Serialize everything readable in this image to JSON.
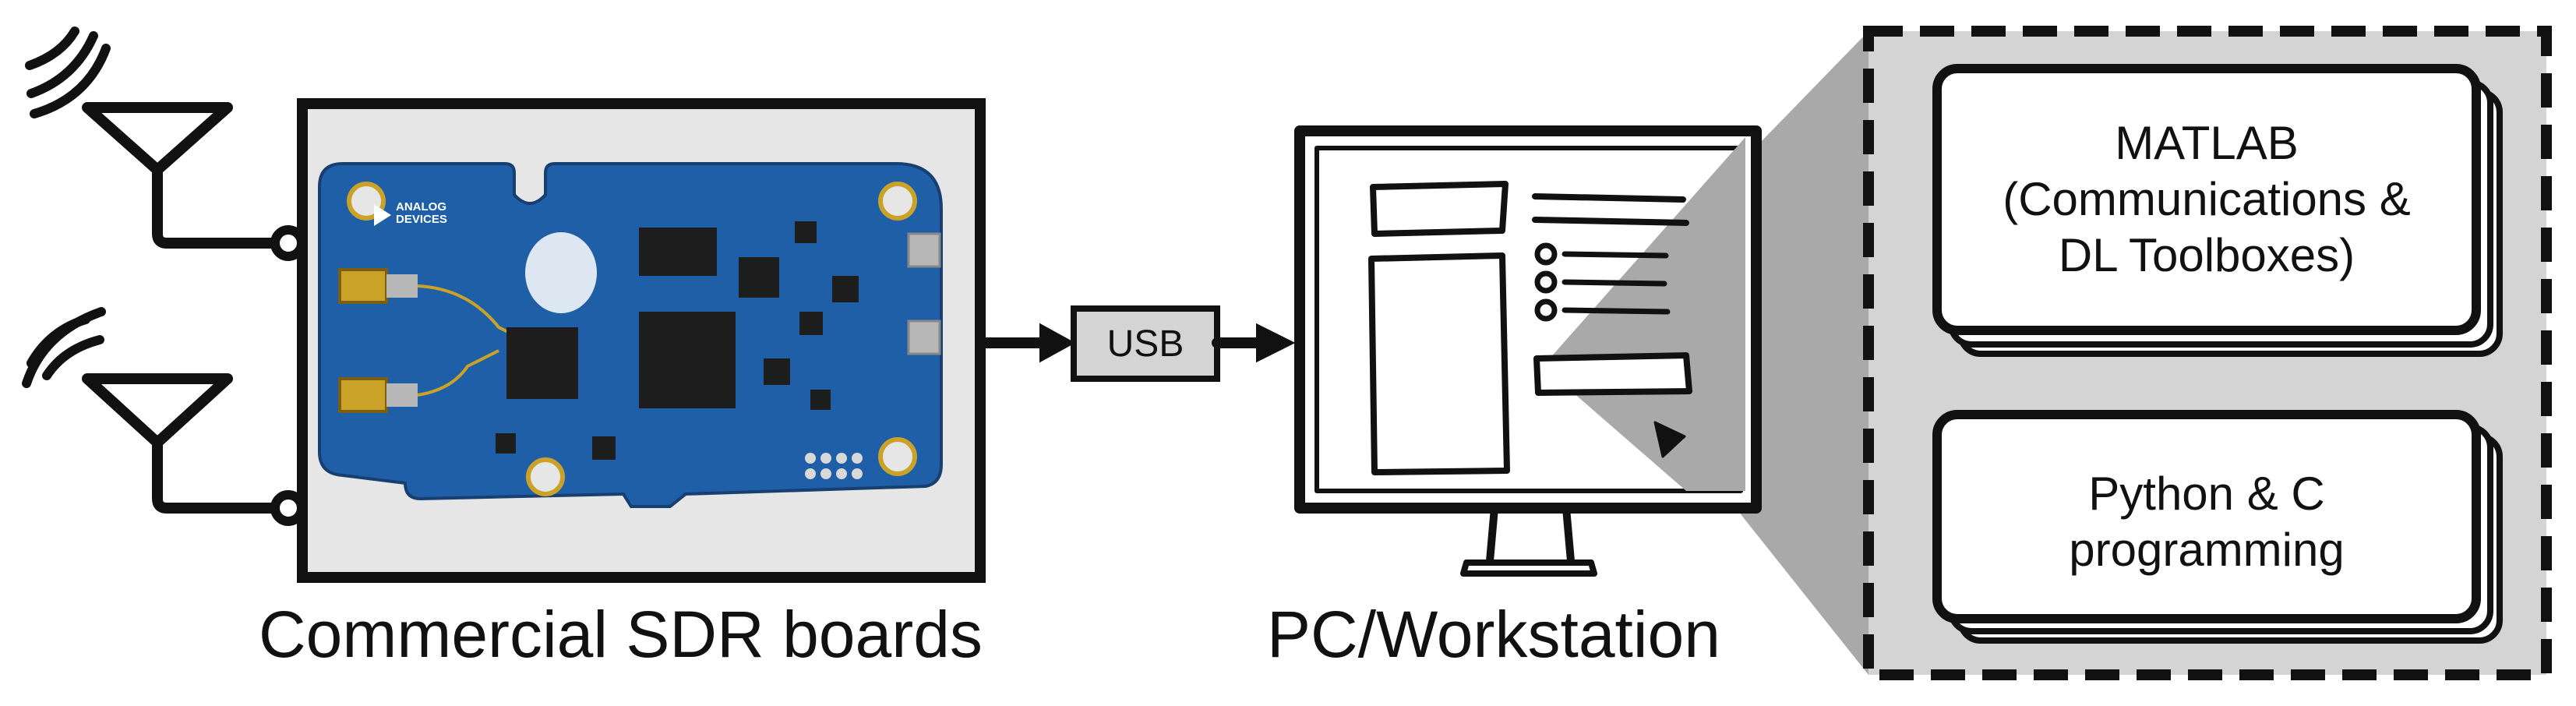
{
  "sdr": {
    "caption": "Commercial SDR boards",
    "board_logo_line1": "ANALOG",
    "board_logo_line2": "DEVICES"
  },
  "link": {
    "label": "USB"
  },
  "pc": {
    "caption": "PC/Workstation"
  },
  "software": {
    "matlab_lines": [
      "MATLAB",
      "(Communications &",
      "DL Toolboxes)"
    ],
    "python_lines": [
      "Python & C",
      "programming"
    ]
  },
  "colors": {
    "stroke": "#111111",
    "frame_bg": "#e6e6e6",
    "panel_bg": "#d4d4d4",
    "pcb_blue": "#1f5fa8",
    "projection_grey": "#a9a9a9"
  },
  "icons": [
    "signal-waves-icon",
    "antenna-icon",
    "connector-icon",
    "sdr-board-photo",
    "arrow-icon",
    "monitor-icon",
    "cursor-icon"
  ]
}
